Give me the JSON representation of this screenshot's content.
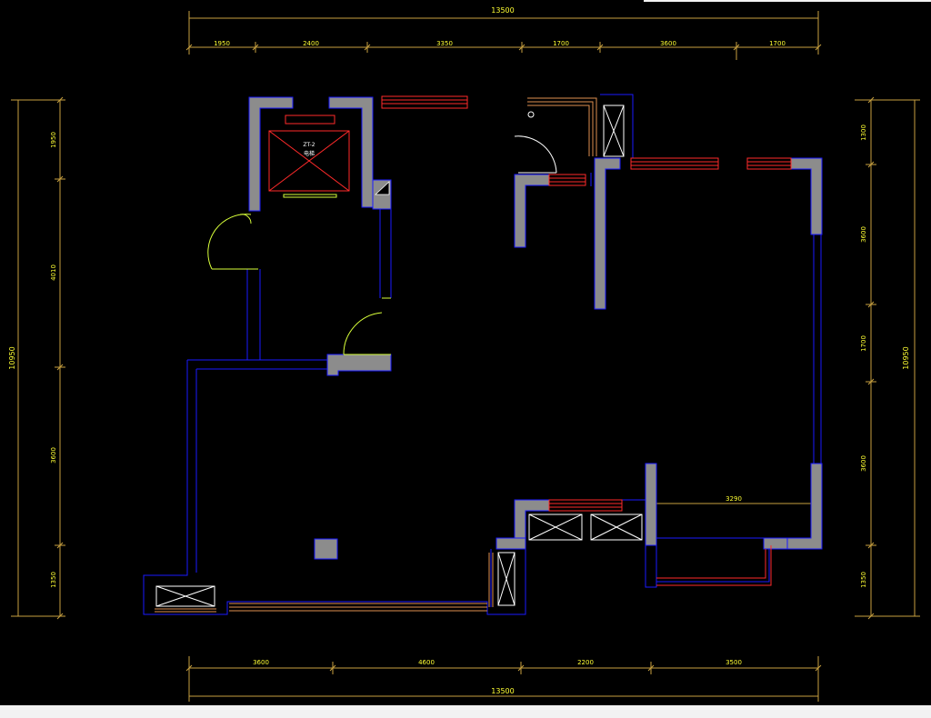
{
  "colors": {
    "background": "#000000",
    "wall_fill": "#8c8c8c",
    "wall_outline": "#1a1aff",
    "window": "#ff2a2a",
    "door": "#d8ff3a",
    "dimension": "#c8a040",
    "dimension_text": "#ffff33",
    "equipment": "#ffffff"
  },
  "dimensions": {
    "top_total": "13500",
    "top_segments": [
      "1950",
      "2400",
      "3350",
      "1700",
      "3600",
      "1700"
    ],
    "bottom_total": "13500",
    "bottom_segments": [
      "3600",
      "4600",
      "2200",
      "3500"
    ],
    "left_total": "10950",
    "left_segments": [
      "1950",
      "4010",
      "3600",
      "1350"
    ],
    "right_total": "10950",
    "right_segments": [
      "1300",
      "3600",
      "1700",
      "3600",
      "1350"
    ],
    "balcony_width": "3290"
  },
  "elevator": {
    "label_line1": "ZT-2",
    "label_line2": "电梯"
  }
}
